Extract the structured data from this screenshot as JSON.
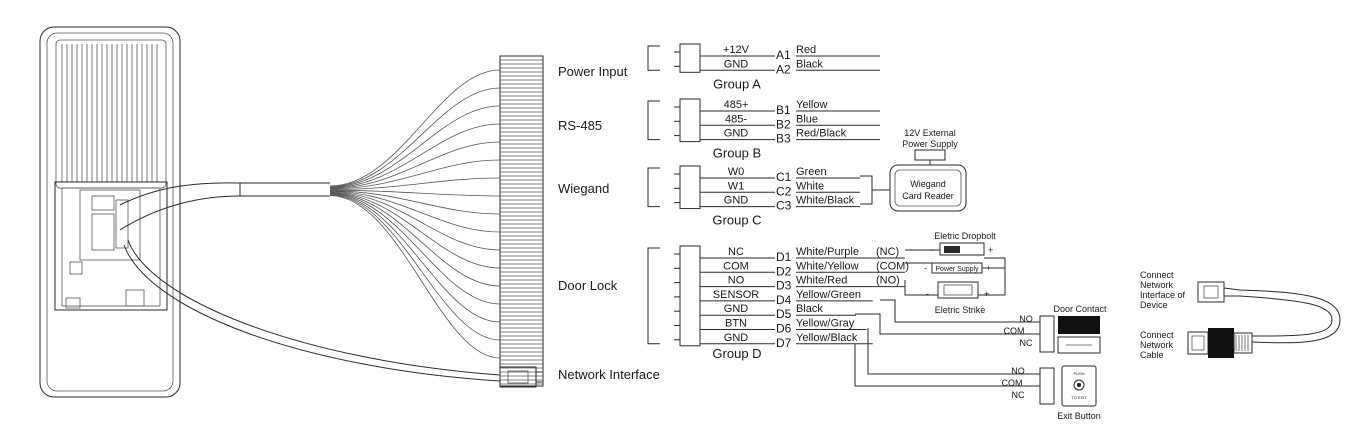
{
  "groups": [
    {
      "section": "Power Input",
      "group": "Group A",
      "pins": [
        {
          "label": "+12V",
          "code": "A1",
          "wire": "Red"
        },
        {
          "label": "GND",
          "code": "A2",
          "wire": "Black"
        }
      ]
    },
    {
      "section": "RS-485",
      "group": "Group B",
      "pins": [
        {
          "label": "485+",
          "code": "B1",
          "wire": "Yellow"
        },
        {
          "label": "485-",
          "code": "B2",
          "wire": "Blue"
        },
        {
          "label": "GND",
          "code": "B3",
          "wire": "Red/Black"
        }
      ]
    },
    {
      "section": "Wiegand",
      "group": "Group C",
      "pins": [
        {
          "label": "W0",
          "code": "C1",
          "wire": "Green"
        },
        {
          "label": "W1",
          "code": "C2",
          "wire": "White"
        },
        {
          "label": "GND",
          "code": "C3",
          "wire": "White/Black"
        }
      ]
    },
    {
      "section": "Door Lock",
      "group": "Group D",
      "pins": [
        {
          "label": "NC",
          "code": "D1",
          "wire": "White/Purple"
        },
        {
          "label": "COM",
          "code": "D2",
          "wire": "White/Yellow"
        },
        {
          "label": "NO",
          "code": "D3",
          "wire": "White/Red"
        },
        {
          "label": "SENSOR",
          "code": "D4",
          "wire": "Yellow/Green"
        },
        {
          "label": "GND",
          "code": "D5",
          "wire": "Black"
        },
        {
          "label": "BTN",
          "code": "D6",
          "wire": "Yellow/Gray"
        },
        {
          "label": "GND",
          "code": "D7",
          "wire": "Yellow/Black"
        }
      ]
    }
  ],
  "lock_tags": [
    "(NC)",
    "(COM)",
    "(NO)"
  ],
  "network_interface": "Network Interface",
  "ext_power": [
    "12V External",
    "Power Supply"
  ],
  "card_reader": [
    "Wiegand",
    "Card Reader"
  ],
  "dropbolt": "Eletric Dropbolt",
  "lock_power_supply": "Power Supply",
  "strike": "Eletric Strike",
  "door_contact": {
    "title": "Door Contact",
    "terminals": [
      "NO",
      "COM",
      "NC"
    ]
  },
  "exit_button": {
    "title": "Exit Button",
    "terminals": [
      "NO",
      "COM",
      "NC"
    ],
    "face_top": "PUSH",
    "face_bottom": "TO EXIT"
  },
  "polarity": {
    "minus": "-",
    "plus": "+"
  },
  "connect_device": [
    "Connect",
    "Network",
    "Interface of",
    "Device"
  ],
  "connect_cable": [
    "Connect",
    "Network",
    "Cable"
  ]
}
